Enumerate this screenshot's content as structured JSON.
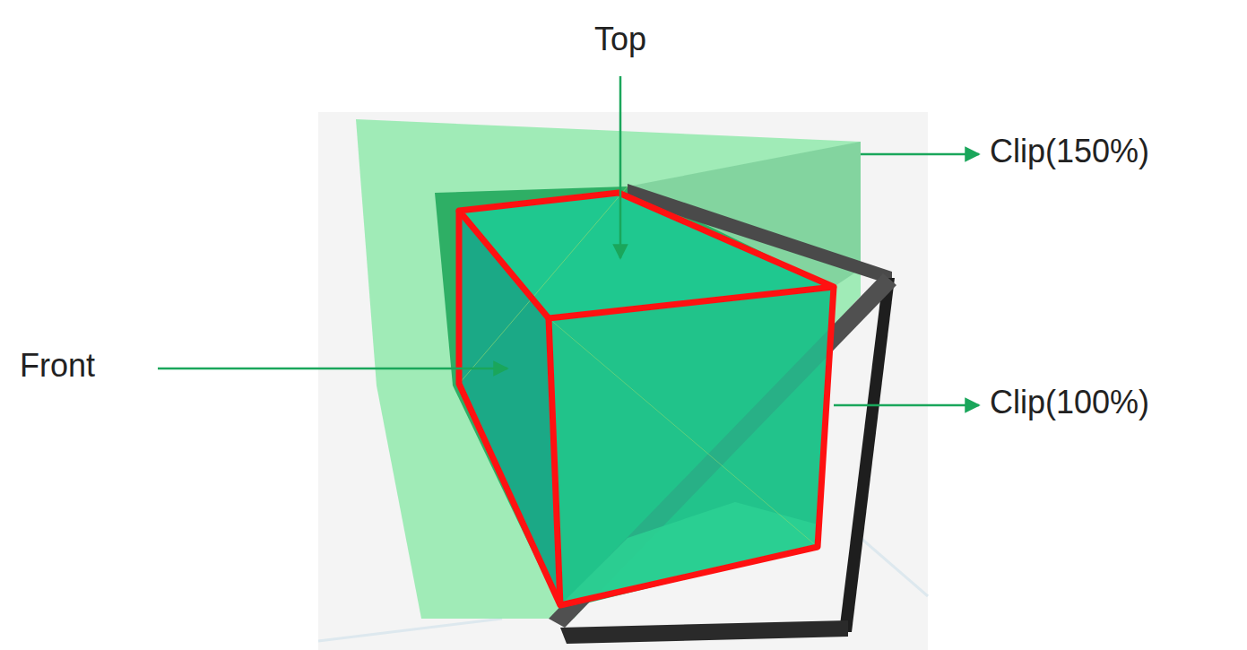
{
  "diagram": {
    "labels": [
      "Top",
      "Front",
      "Clip(150%)",
      "Clip(100%)"
    ]
  }
}
